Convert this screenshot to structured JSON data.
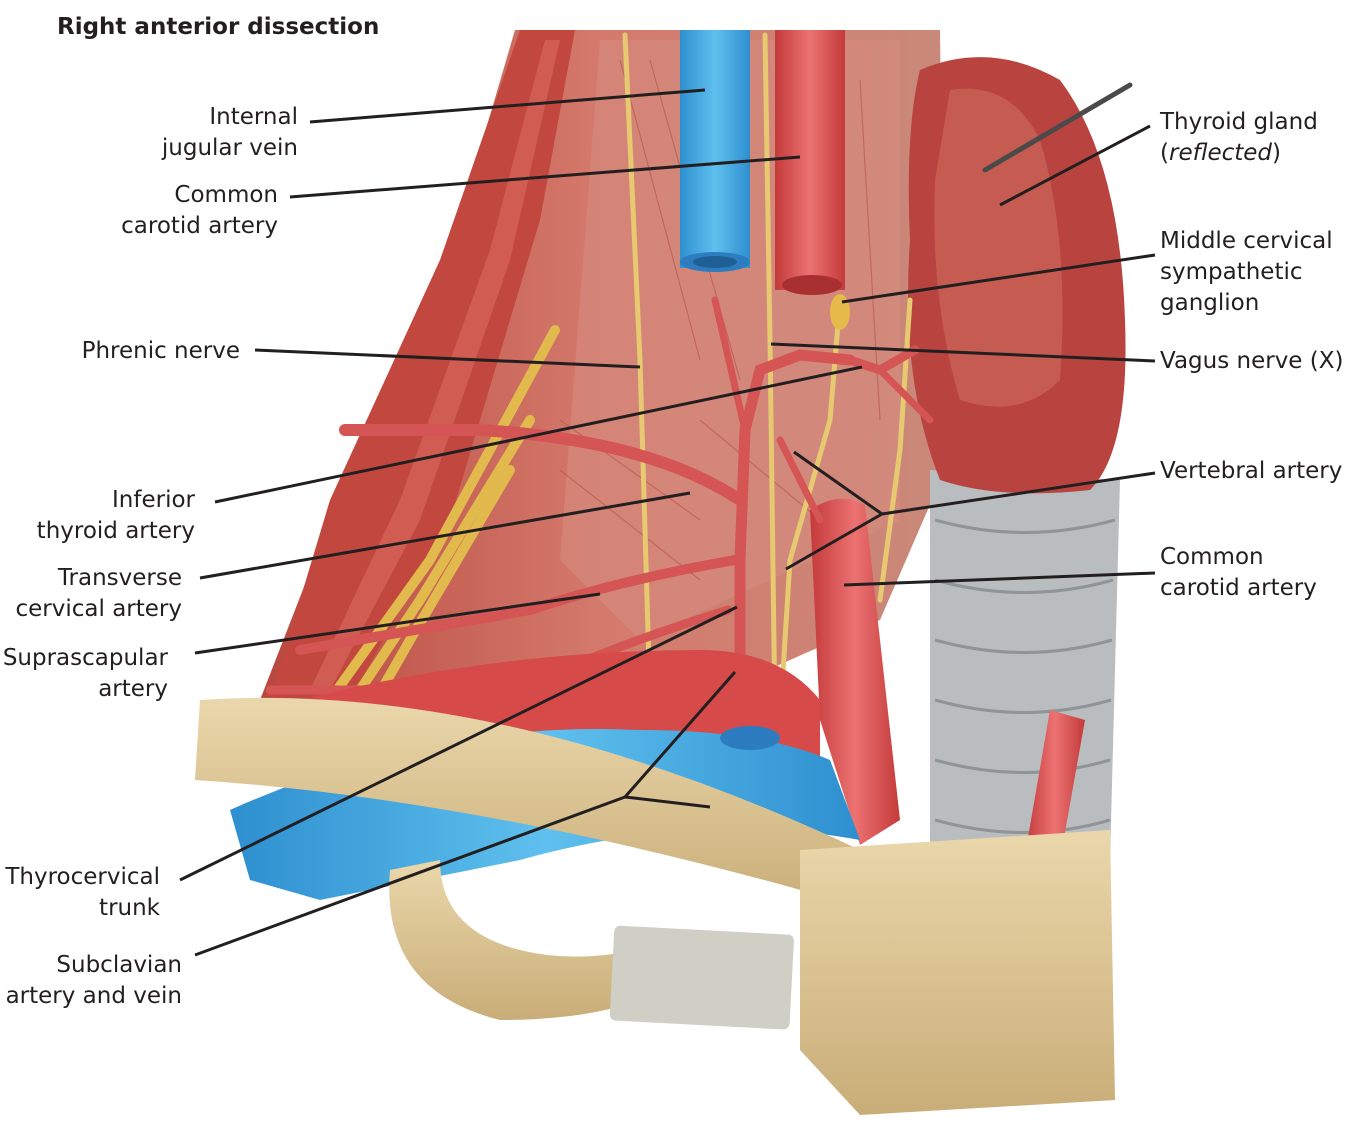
{
  "title": "Right anterior dissection",
  "labels": {
    "internal_jugular_vein": [
      "Internal",
      "jugular vein"
    ],
    "common_carotid_left": [
      "Common",
      "carotid artery"
    ],
    "phrenic_nerve": [
      "Phrenic nerve"
    ],
    "inferior_thyroid": [
      "Inferior",
      "thyroid artery"
    ],
    "transverse_cervical": [
      "Transverse",
      "cervical artery"
    ],
    "suprascapular": [
      "Suprascapular",
      "artery"
    ],
    "thyrocervical": [
      "Thyrocervical",
      "trunk"
    ],
    "subclavian": [
      "Subclavian",
      "artery and vein"
    ],
    "thyroid_gland": [
      "Thyroid gland",
      "(",
      "reflected",
      ")"
    ],
    "middle_cervical": [
      "Middle cervical",
      "sympathetic",
      "ganglion"
    ],
    "vagus": [
      "Vagus nerve (X)"
    ],
    "vertebral": [
      "Vertebral artery"
    ],
    "common_carotid_right": [
      "Common",
      "carotid artery"
    ]
  },
  "colors": {
    "artery": "#d94a4a",
    "vein": "#3fa9dd",
    "nerve": "#e8c15a",
    "bone": "#dcc594",
    "muscle": "#c8584c",
    "trachea": "#b9bdbf",
    "thyroid": "#b9443f"
  }
}
